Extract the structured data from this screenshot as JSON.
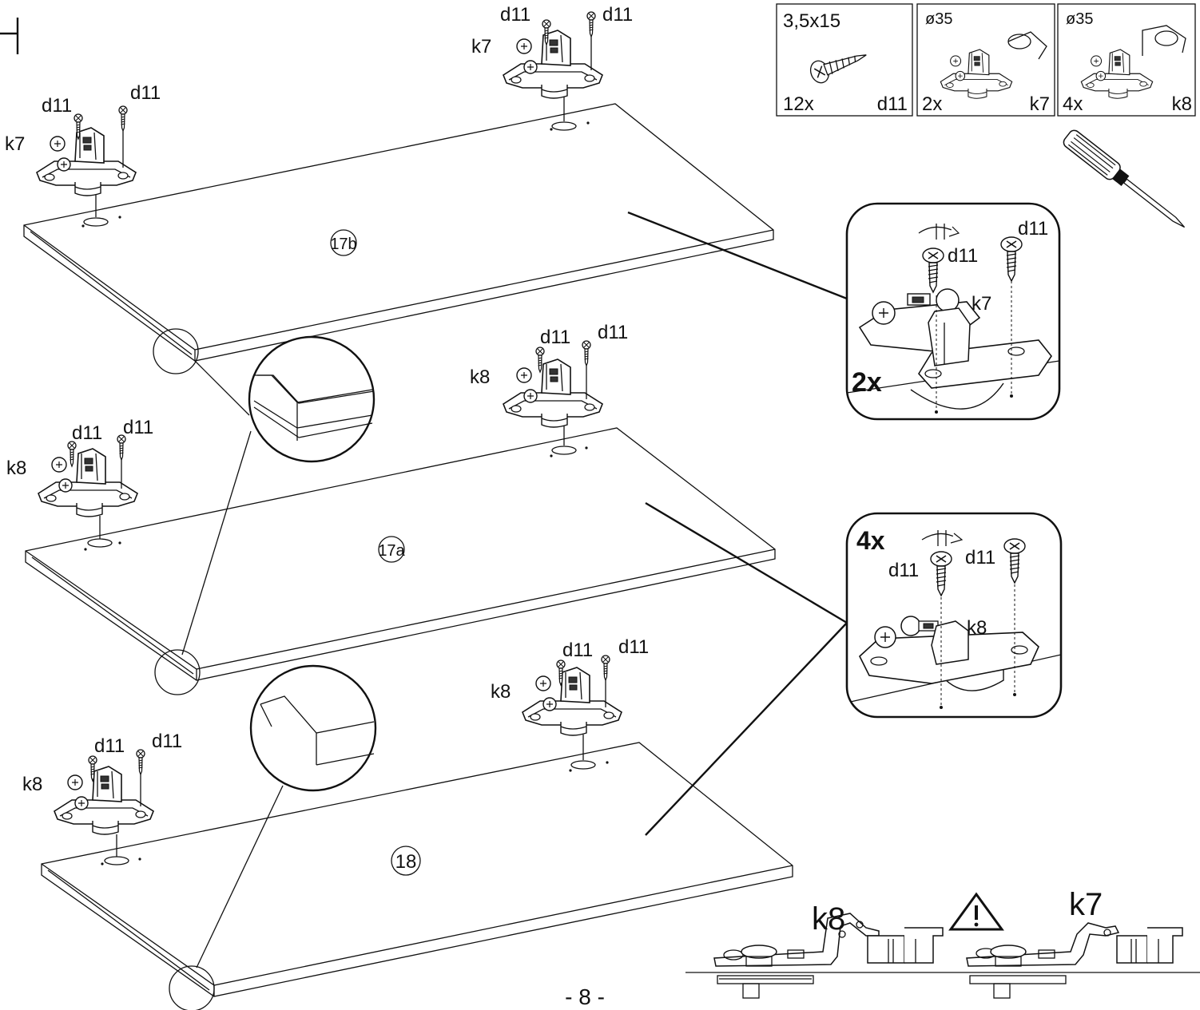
{
  "panels": {
    "top": {
      "label": "17b"
    },
    "middle": {
      "label": "17a"
    },
    "bottom": {
      "label": "18"
    }
  },
  "hinge_labels": {
    "screw": "d11",
    "hinge_k7": "k7",
    "hinge_k8": "k8"
  },
  "parts_legend": [
    {
      "spec": "3,5x15",
      "qty": "12x",
      "code": "d11"
    },
    {
      "spec": "ø35",
      "qty": "2x",
      "code": "k7"
    },
    {
      "spec": "ø35",
      "qty": "4x",
      "code": "k8"
    }
  ],
  "detail_top": {
    "count": "2x",
    "screw": "d11",
    "hinge": "k7"
  },
  "detail_bottom": {
    "count": "4x",
    "screw": "d11",
    "hinge": "k8"
  },
  "comparison": {
    "left": "k8",
    "right": "k7"
  },
  "page_number": "- 8 -",
  "colors": {
    "ink": "#111111",
    "paper": "#ffffff"
  },
  "icons": [
    "screwdriver-icon",
    "warning-triangle-icon",
    "screw-icon",
    "hinge-icon"
  ]
}
